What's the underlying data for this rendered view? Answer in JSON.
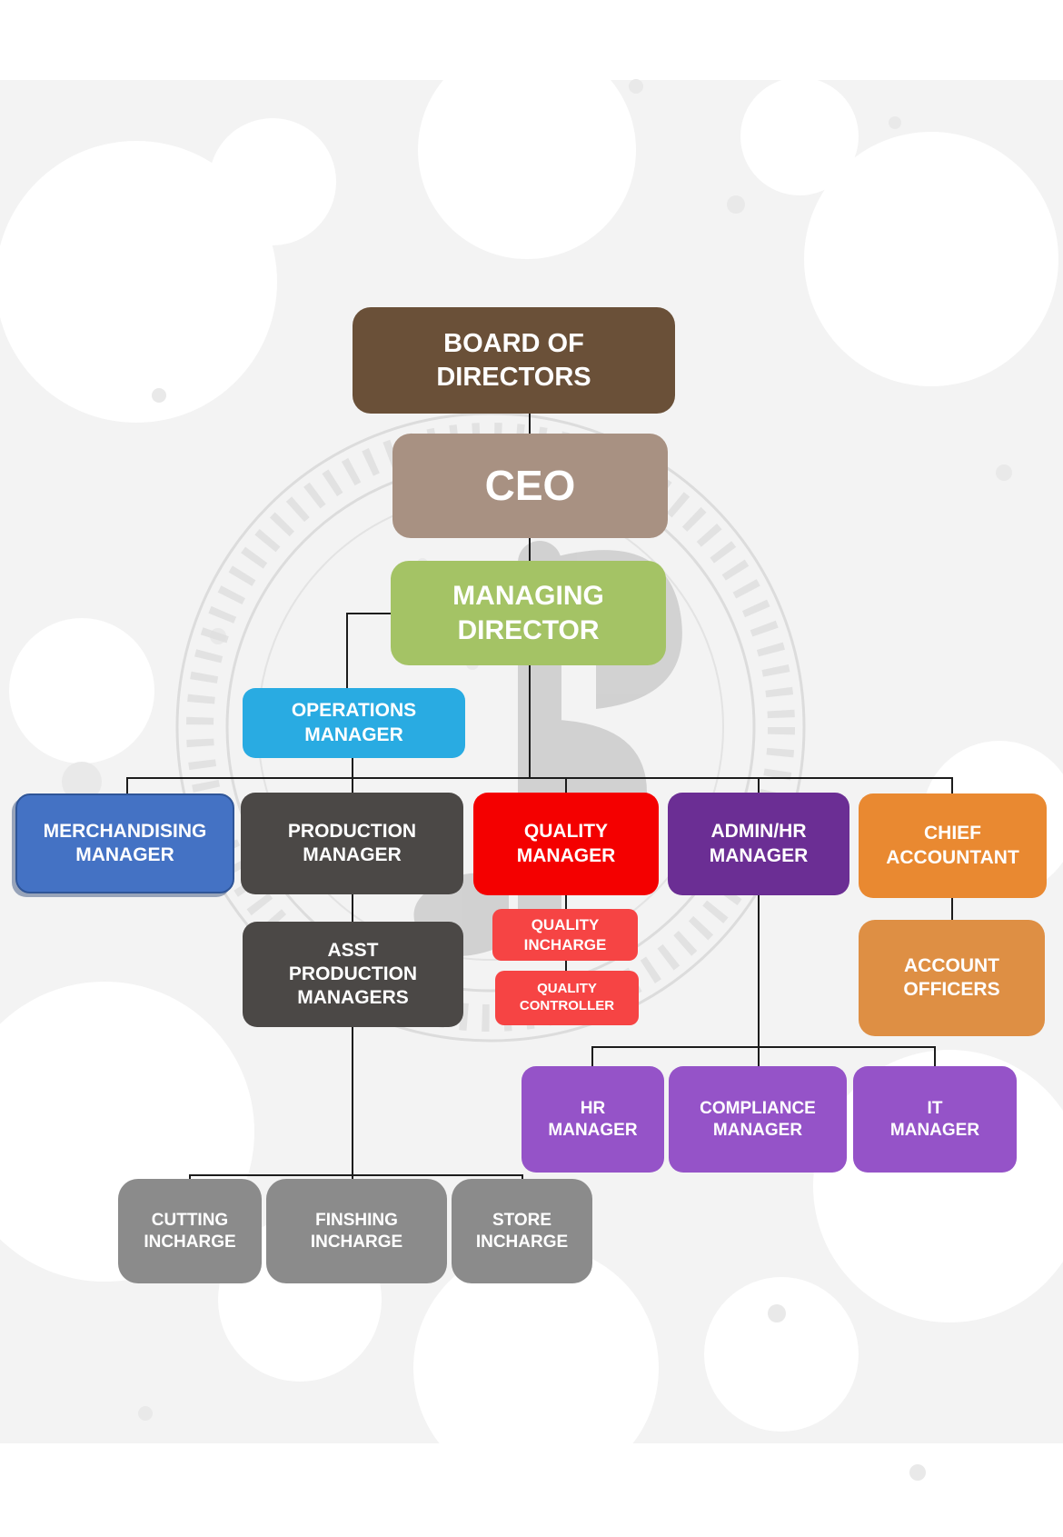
{
  "org_chart": {
    "text_color": "#FFFFFF",
    "connector_color": "#1C1C1C",
    "nodes": [
      {
        "id": "board-of-directors",
        "label": "BOARD OF\nDIRECTORS",
        "color": "#6A5038"
      },
      {
        "id": "ceo",
        "label": "CEO",
        "color": "#A89182"
      },
      {
        "id": "managing-director",
        "label": "MANAGING\nDIRECTOR",
        "color": "#A4C365"
      },
      {
        "id": "operations-manager",
        "label": "OPERATIONS\nMANAGER",
        "color": "#29ABE2"
      },
      {
        "id": "merchandising-manager",
        "label": "MERCHANDISING\nMANAGER",
        "color": "#4472C4",
        "border_color": "#2F5597"
      },
      {
        "id": "production-manager",
        "label": "PRODUCTION\nMANAGER",
        "color": "#4B4846"
      },
      {
        "id": "quality-manager",
        "label": "QUALITY\nMANAGER",
        "color": "#F40000"
      },
      {
        "id": "admin-hr-manager",
        "label": "ADMIN/HR\nMANAGER",
        "color": "#6B2E94"
      },
      {
        "id": "chief-accountant",
        "label": "CHIEF\nACCOUNTANT",
        "color": "#E98931"
      },
      {
        "id": "quality-incharge",
        "label": "QUALITY\nINCHARGE",
        "color": "#F64444"
      },
      {
        "id": "quality-controller",
        "label": "QUALITY\nCONTROLLER",
        "color": "#F64444"
      },
      {
        "id": "asst-production-managers",
        "label": "ASST\nPRODUCTION\nMANAGERS",
        "color": "#4B4846"
      },
      {
        "id": "account-officers",
        "label": "ACCOUNT\nOFFICERS",
        "color": "#DE8F44"
      },
      {
        "id": "hr-manager",
        "label": "HR\nMANAGER",
        "color": "#9553C8"
      },
      {
        "id": "compliance-manager",
        "label": "COMPLIANCE\nMANAGER",
        "color": "#9553C8"
      },
      {
        "id": "it-manager",
        "label": "IT\nMANAGER",
        "color": "#9553C8"
      },
      {
        "id": "cutting-incharge",
        "label": "CUTTING\nINCHARGE",
        "color": "#8B8B8B"
      },
      {
        "id": "finshing-incharge",
        "label": "FINSHING\nINCHARGE",
        "color": "#8B8B8B"
      },
      {
        "id": "store-incharge",
        "label": "STORE\nINCHARGE",
        "color": "#8B8B8B"
      }
    ],
    "edges": [
      [
        "board-of-directors",
        "ceo"
      ],
      [
        "ceo",
        "managing-director"
      ],
      [
        "managing-director",
        "operations-manager"
      ],
      [
        "managing-director",
        "merchandising-manager"
      ],
      [
        "managing-director",
        "production-manager"
      ],
      [
        "managing-director",
        "quality-manager"
      ],
      [
        "managing-director",
        "admin-hr-manager"
      ],
      [
        "managing-director",
        "chief-accountant"
      ],
      [
        "production-manager",
        "asst-production-managers"
      ],
      [
        "quality-manager",
        "quality-incharge"
      ],
      [
        "quality-incharge",
        "quality-controller"
      ],
      [
        "chief-accountant",
        "account-officers"
      ],
      [
        "admin-hr-manager",
        "hr-manager"
      ],
      [
        "admin-hr-manager",
        "compliance-manager"
      ],
      [
        "admin-hr-manager",
        "it-manager"
      ],
      [
        "asst-production-managers",
        "cutting-incharge"
      ],
      [
        "asst-production-managers",
        "finshing-incharge"
      ],
      [
        "asst-production-managers",
        "store-incharge"
      ]
    ]
  }
}
